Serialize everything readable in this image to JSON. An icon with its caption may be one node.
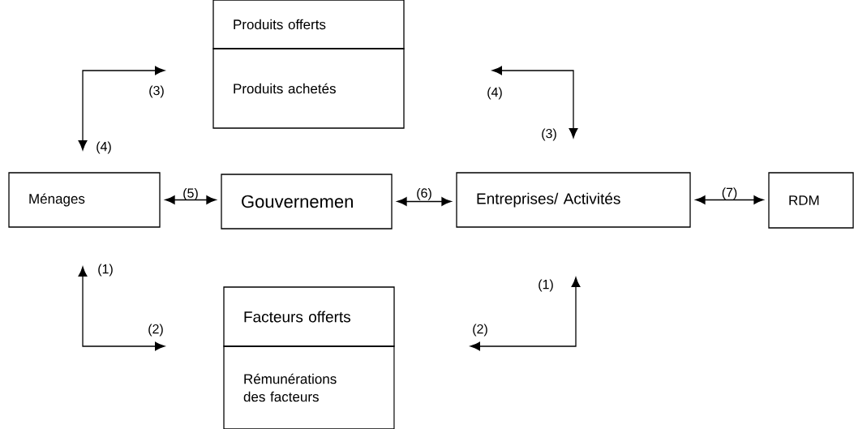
{
  "diagram": {
    "nodes": [
      {
        "text": [
          "Produits offerts"
        ]
      },
      {
        "text": [
          "Produits achetés"
        ]
      },
      {
        "text": [
          "Ménages"
        ]
      },
      {
        "text": [
          "Gouvernemen"
        ]
      },
      {
        "text": [
          "Entreprises/ Activités"
        ]
      },
      {
        "text": [
          "RDM"
        ]
      },
      {
        "text": [
          "Facteurs offerts"
        ]
      },
      {
        "text": [
          "Rémunérations des facteurs"
        ]
      }
    ],
    "edges": [
      {
        "from": 2,
        "to": 3,
        "arrow": "both",
        "label": "(5)"
      },
      {
        "from": 3,
        "to": 4,
        "arrow": "both",
        "label": "(6)"
      },
      {
        "from": 4,
        "to": 5,
        "arrow": "both",
        "label": "(7)"
      }
    ],
    "labels": [
      "(3)",
      "(4)",
      "(4)",
      "(3)",
      "(1)",
      "(2)",
      "(1)",
      "(2)"
    ]
  }
}
